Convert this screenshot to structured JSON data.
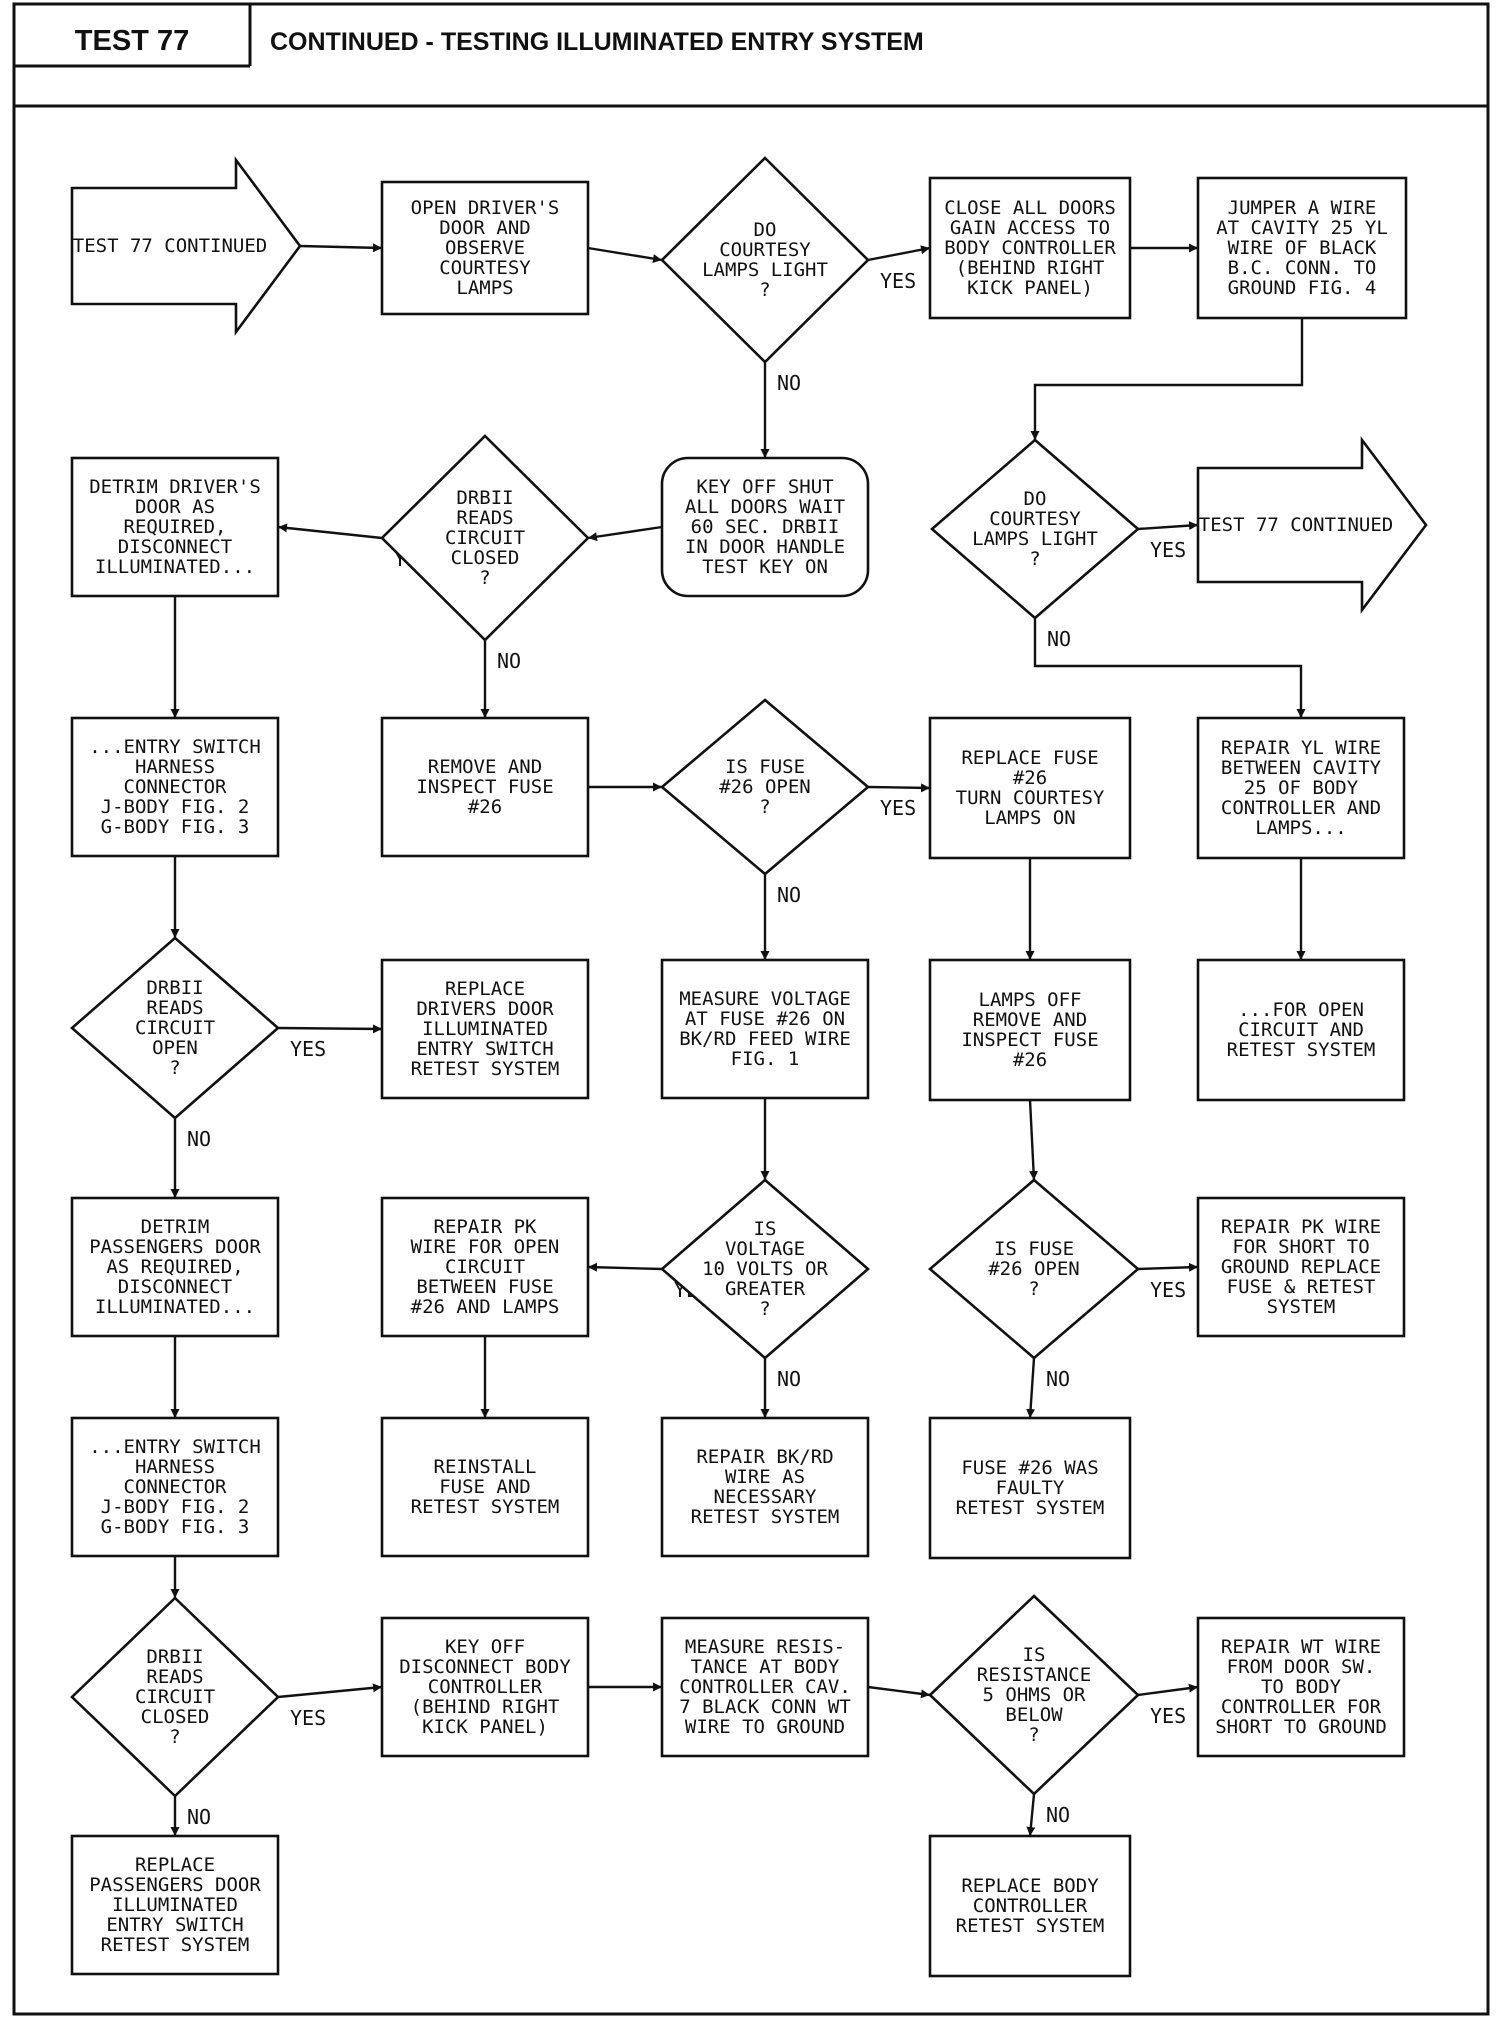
{
  "header": {
    "test_label": "TEST 77",
    "title": "CONTINUED - TESTING ILLUMINATED ENTRY SYSTEM"
  },
  "colors": {
    "ink": "#111111",
    "paper": "#ffffff"
  },
  "nodes": [
    {
      "id": "start",
      "lines": [
        "TEST 77 CONTINUED"
      ]
    },
    {
      "id": "open-door",
      "lines": [
        "OPEN DRIVER'S",
        "DOOR AND",
        "OBSERVE",
        "COURTESY",
        "LAMPS"
      ]
    },
    {
      "id": "d-lamps-1",
      "lines": [
        "DO",
        "COURTESY",
        "LAMPS LIGHT",
        "?"
      ]
    },
    {
      "id": "close-doors",
      "lines": [
        "CLOSE ALL DOORS",
        "GAIN ACCESS TO",
        "BODY CONTROLLER",
        "(BEHIND RIGHT",
        "KICK PANEL)"
      ]
    },
    {
      "id": "jumper",
      "lines": [
        "JUMPER A WIRE",
        "AT CAVITY 25 YL",
        "WIRE OF BLACK",
        "B.C. CONN. TO",
        "GROUND FIG. 4"
      ]
    },
    {
      "id": "detrim-driver",
      "lines": [
        "DETRIM DRIVER'S",
        "DOOR AS",
        "REQUIRED,",
        "DISCONNECT",
        "ILLUMINATED..."
      ]
    },
    {
      "id": "d-drbii-closed-1",
      "lines": [
        "DRBII",
        "READS",
        "CIRCUIT",
        "CLOSED",
        "?"
      ]
    },
    {
      "id": "key-off",
      "lines": [
        "KEY OFF SHUT",
        "ALL DOORS WAIT",
        "60 SEC. DRBII",
        "IN DOOR HANDLE",
        "TEST KEY ON"
      ]
    },
    {
      "id": "d-lamps-2",
      "lines": [
        "DO",
        "COURTESY",
        "LAMPS LIGHT",
        "?"
      ]
    },
    {
      "id": "end-continued",
      "lines": [
        "TEST 77 CONTINUED"
      ]
    },
    {
      "id": "entry-harness-1",
      "lines": [
        "...ENTRY SWITCH",
        "HARNESS",
        "CONNECTOR",
        "J-BODY FIG. 2",
        "G-BODY FIG. 3"
      ]
    },
    {
      "id": "remove-fuse",
      "lines": [
        "REMOVE AND",
        "INSPECT FUSE",
        "#26"
      ]
    },
    {
      "id": "d-fuse-open-1",
      "lines": [
        "IS FUSE",
        "#26 OPEN",
        "?"
      ]
    },
    {
      "id": "replace-fuse",
      "lines": [
        "REPLACE FUSE",
        "#26",
        "TURN COURTESY",
        "LAMPS ON"
      ]
    },
    {
      "id": "repair-yl",
      "lines": [
        "REPAIR YL WIRE",
        "BETWEEN CAVITY",
        "25 OF BODY",
        "CONTROLLER AND",
        "LAMPS..."
      ]
    },
    {
      "id": "d-drbii-open",
      "lines": [
        "DRBII",
        "READS",
        "CIRCUIT",
        "OPEN",
        "?"
      ]
    },
    {
      "id": "replace-drivers-switch",
      "lines": [
        "REPLACE",
        "DRIVERS DOOR",
        "ILLUMINATED",
        "ENTRY SWITCH",
        "RETEST SYSTEM"
      ]
    },
    {
      "id": "measure-voltage",
      "lines": [
        "MEASURE VOLTAGE",
        "AT FUSE #26 ON",
        "BK/RD FEED WIRE",
        "FIG. 1"
      ]
    },
    {
      "id": "lamps-off",
      "lines": [
        "LAMPS OFF",
        "REMOVE AND",
        "INSPECT FUSE",
        "#26"
      ]
    },
    {
      "id": "open-circuit",
      "lines": [
        "...FOR OPEN",
        "CIRCUIT AND",
        "RETEST SYSTEM"
      ]
    },
    {
      "id": "detrim-passenger",
      "lines": [
        "DETRIM",
        "PASSENGERS DOOR",
        "AS REQUIRED,",
        "DISCONNECT",
        "ILLUMINATED..."
      ]
    },
    {
      "id": "repair-pk-open",
      "lines": [
        "REPAIR PK",
        "WIRE FOR OPEN",
        "CIRCUIT",
        "BETWEEN FUSE",
        "#26 AND LAMPS"
      ]
    },
    {
      "id": "d-voltage",
      "lines": [
        "IS",
        "VOLTAGE",
        "10 VOLTS OR",
        "GREATER",
        "?"
      ]
    },
    {
      "id": "d-fuse-open-2",
      "lines": [
        "IS FUSE",
        "#26 OPEN",
        "?"
      ]
    },
    {
      "id": "repair-pk-short",
      "lines": [
        "REPAIR PK WIRE",
        "FOR SHORT TO",
        "GROUND REPLACE",
        "FUSE & RETEST",
        "SYSTEM"
      ]
    },
    {
      "id": "entry-harness-2",
      "lines": [
        "...ENTRY SWITCH",
        "HARNESS",
        "CONNECTOR",
        "J-BODY FIG. 2",
        "G-BODY FIG. 3"
      ]
    },
    {
      "id": "reinstall-fuse",
      "lines": [
        "REINSTALL",
        "FUSE AND",
        "RETEST SYSTEM"
      ]
    },
    {
      "id": "repair-bkrd",
      "lines": [
        "REPAIR BK/RD",
        "WIRE AS",
        "NECESSARY",
        "RETEST SYSTEM"
      ]
    },
    {
      "id": "fuse-faulty",
      "lines": [
        "FUSE #26 WAS",
        "FAULTY",
        "RETEST SYSTEM"
      ]
    },
    {
      "id": "d-drbii-closed-2",
      "lines": [
        "DRBII",
        "READS",
        "CIRCUIT",
        "CLOSED",
        "?"
      ]
    },
    {
      "id": "key-off-disconnect",
      "lines": [
        "KEY OFF",
        "DISCONNECT BODY",
        "CONTROLLER",
        "(BEHIND RIGHT",
        "KICK PANEL)"
      ]
    },
    {
      "id": "measure-resistance",
      "lines": [
        "MEASURE RESIS-",
        "TANCE AT BODY",
        "CONTROLLER CAV.",
        "7 BLACK CONN WT",
        "WIRE TO GROUND"
      ]
    },
    {
      "id": "d-resistance",
      "lines": [
        "IS",
        "RESISTANCE",
        "5 OHMS OR",
        "BELOW",
        "?"
      ]
    },
    {
      "id": "repair-wt",
      "lines": [
        "REPAIR WT WIRE",
        "FROM DOOR SW.",
        "TO BODY",
        "CONTROLLER FOR",
        "SHORT TO GROUND"
      ]
    },
    {
      "id": "replace-passenger-switch",
      "lines": [
        "REPLACE",
        "PASSENGERS DOOR",
        "ILLUMINATED",
        "ENTRY SWITCH",
        "RETEST SYSTEM"
      ]
    },
    {
      "id": "replace-body-controller",
      "lines": [
        "REPLACE BODY",
        "CONTROLLER",
        "RETEST SYSTEM"
      ]
    }
  ],
  "edges": [
    {
      "from": "start",
      "to": "open-door",
      "label": ""
    },
    {
      "from": "open-door",
      "to": "d-lamps-1",
      "label": ""
    },
    {
      "from": "d-lamps-1",
      "to": "close-doors",
      "label": "YES"
    },
    {
      "from": "d-lamps-1",
      "to": "key-off",
      "label": "NO"
    },
    {
      "from": "close-doors",
      "to": "jumper",
      "label": ""
    },
    {
      "from": "jumper",
      "to": "d-lamps-2",
      "label": ""
    },
    {
      "from": "key-off",
      "to": "d-drbii-closed-1",
      "label": ""
    },
    {
      "from": "d-drbii-closed-1",
      "to": "detrim-driver",
      "label": "YES"
    },
    {
      "from": "d-drbii-closed-1",
      "to": "remove-fuse",
      "label": "NO"
    },
    {
      "from": "d-lamps-2",
      "to": "end-continued",
      "label": "YES"
    },
    {
      "from": "d-lamps-2",
      "to": "repair-yl",
      "label": "NO"
    },
    {
      "from": "detrim-driver",
      "to": "entry-harness-1",
      "label": ""
    },
    {
      "from": "remove-fuse",
      "to": "d-fuse-open-1",
      "label": ""
    },
    {
      "from": "d-fuse-open-1",
      "to": "replace-fuse",
      "label": "YES"
    },
    {
      "from": "d-fuse-open-1",
      "to": "measure-voltage",
      "label": "NO"
    },
    {
      "from": "replace-fuse",
      "to": "lamps-off",
      "label": ""
    },
    {
      "from": "repair-yl",
      "to": "open-circuit",
      "label": ""
    },
    {
      "from": "entry-harness-1",
      "to": "d-drbii-open",
      "label": ""
    },
    {
      "from": "d-drbii-open",
      "to": "replace-drivers-switch",
      "label": "YES"
    },
    {
      "from": "d-drbii-open",
      "to": "detrim-passenger",
      "label": "NO"
    },
    {
      "from": "measure-voltage",
      "to": "d-voltage",
      "label": ""
    },
    {
      "from": "d-voltage",
      "to": "repair-pk-open",
      "label": "YES"
    },
    {
      "from": "d-voltage",
      "to": "repair-bkrd",
      "label": "NO"
    },
    {
      "from": "repair-pk-open",
      "to": "reinstall-fuse",
      "label": ""
    },
    {
      "from": "lamps-off",
      "to": "d-fuse-open-2",
      "label": ""
    },
    {
      "from": "d-fuse-open-2",
      "to": "repair-pk-short",
      "label": "YES"
    },
    {
      "from": "d-fuse-open-2",
      "to": "fuse-faulty",
      "label": "NO"
    },
    {
      "from": "detrim-passenger",
      "to": "entry-harness-2",
      "label": ""
    },
    {
      "from": "entry-harness-2",
      "to": "d-drbii-closed-2",
      "label": ""
    },
    {
      "from": "d-drbii-closed-2",
      "to": "key-off-disconnect",
      "label": "YES"
    },
    {
      "from": "d-drbii-closed-2",
      "to": "replace-passenger-switch",
      "label": "NO"
    },
    {
      "from": "key-off-disconnect",
      "to": "measure-resistance",
      "label": ""
    },
    {
      "from": "measure-resistance",
      "to": "d-resistance",
      "label": ""
    },
    {
      "from": "d-resistance",
      "to": "repair-wt",
      "label": "YES"
    },
    {
      "from": "d-resistance",
      "to": "replace-body-controller",
      "label": "NO"
    }
  ]
}
